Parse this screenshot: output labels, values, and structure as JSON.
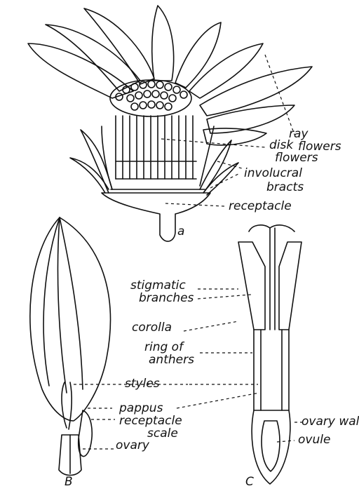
{
  "labels": {
    "ray_flowers_1": "ray",
    "ray_flowers_2": "flowers",
    "disk_flowers_1": "disk",
    "disk_flowers_2": "flowers",
    "involucral_1": "involucral",
    "involucral_2": "bracts",
    "receptacle": "receptacle",
    "fig_a": "a",
    "stigmatic_1": "stigmatic",
    "stigmatic_2": "branches",
    "corolla": "corolla",
    "ring_1": "ring of",
    "ring_2": "anthers",
    "styles": "styles",
    "pappus": "pappus",
    "receptacle_scale_1": "receptacle",
    "receptacle_scale_2": "scale",
    "ovary": "ovary",
    "fig_b": "B",
    "ovary_wall": "ovary wall",
    "ovule": "ovule",
    "fig_c": "C"
  }
}
